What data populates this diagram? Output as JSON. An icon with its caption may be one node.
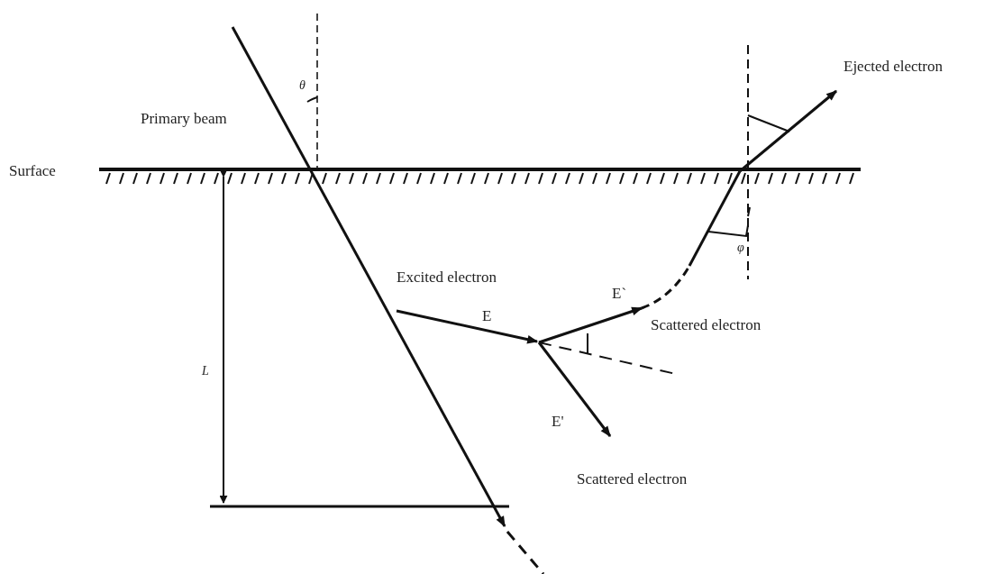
{
  "diagram": {
    "labels": [
      "Ejected electron",
      "θ",
      "Primary beam",
      "Surface",
      "φ",
      "Excited electron",
      "E`",
      "E",
      "Scattered electron",
      "L",
      "E'",
      "Scattered electron"
    ]
  }
}
